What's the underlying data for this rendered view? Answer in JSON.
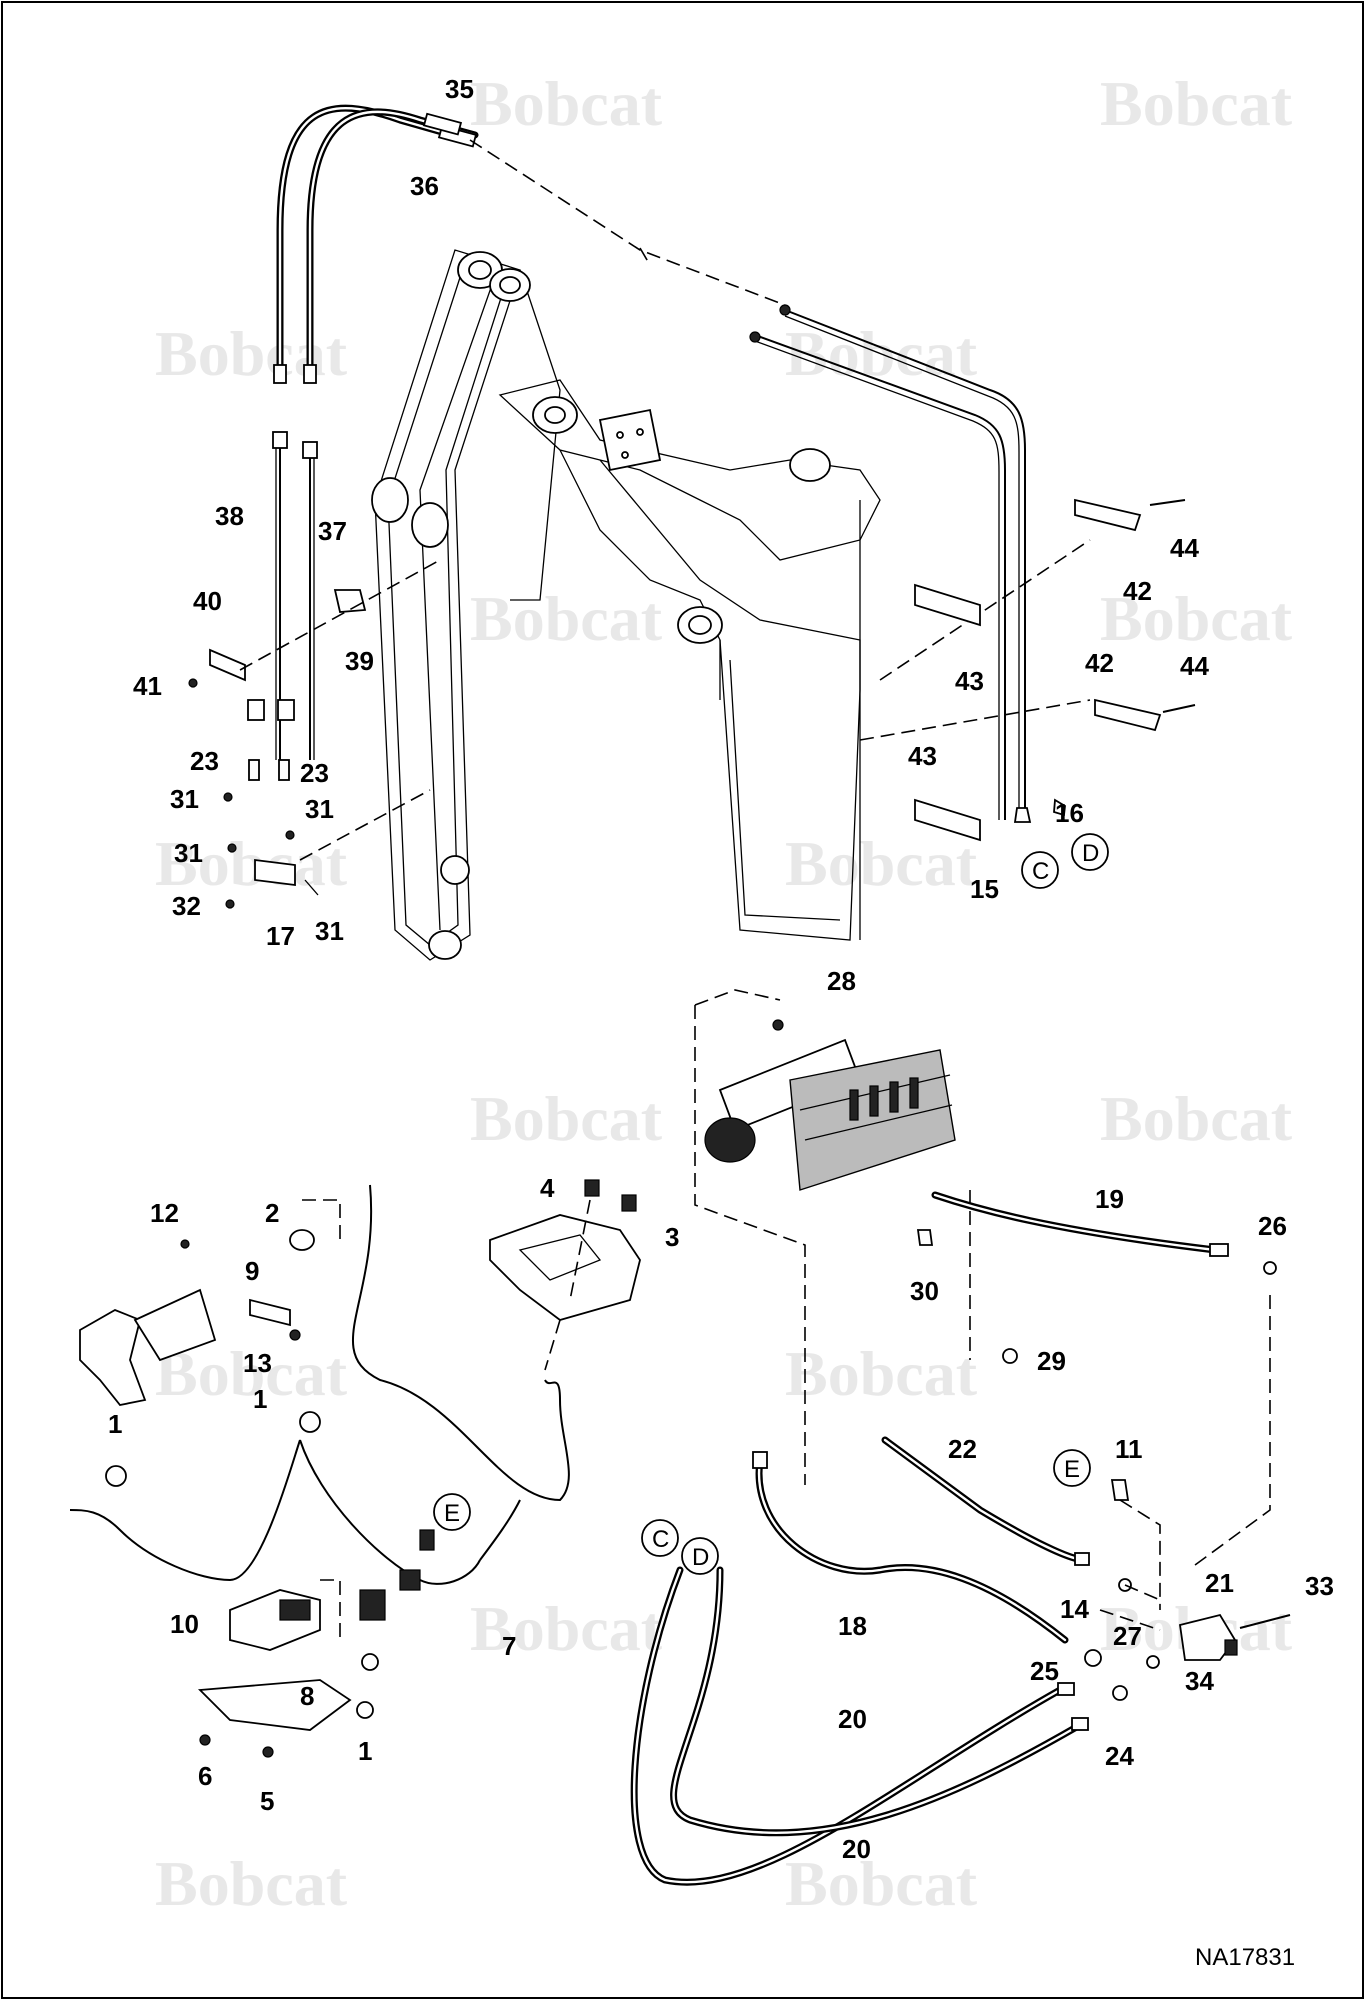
{
  "watermark": {
    "text": "Bobcat"
  },
  "drawing_code": "NA17831",
  "callouts": {
    "c1a": "1",
    "c1b": "1",
    "c1c": "1",
    "c2": "2",
    "c3": "3",
    "c4": "4",
    "c5": "5",
    "c6": "6",
    "c7": "7",
    "c8": "8",
    "c9": "9",
    "c10": "10",
    "c11": "11",
    "c12": "12",
    "c13": "13",
    "c14": "14",
    "c15": "15",
    "c16": "16",
    "c17": "17",
    "c18": "18",
    "c19": "19",
    "c20a": "20",
    "c20b": "20",
    "c21": "21",
    "c22": "22",
    "c23a": "23",
    "c23b": "23",
    "c24": "24",
    "c25": "25",
    "c26": "26",
    "c27": "27",
    "c28": "28",
    "c29": "29",
    "c30": "30",
    "c31a": "31",
    "c31b": "31",
    "c31c": "31",
    "c31d": "31",
    "c32": "32",
    "c33": "33",
    "c34": "34",
    "c35": "35",
    "c36": "36",
    "c37": "37",
    "c38": "38",
    "c39": "39",
    "c40": "40",
    "c41": "41",
    "c42a": "42",
    "c42b": "42",
    "c43a": "43",
    "c43b": "43",
    "c44a": "44",
    "c44b": "44"
  },
  "connectors": {
    "C_top": "C",
    "D_top": "D",
    "C_bottom": "C",
    "D_bottom": "D",
    "E_top": "E",
    "E_bottom": "E"
  }
}
